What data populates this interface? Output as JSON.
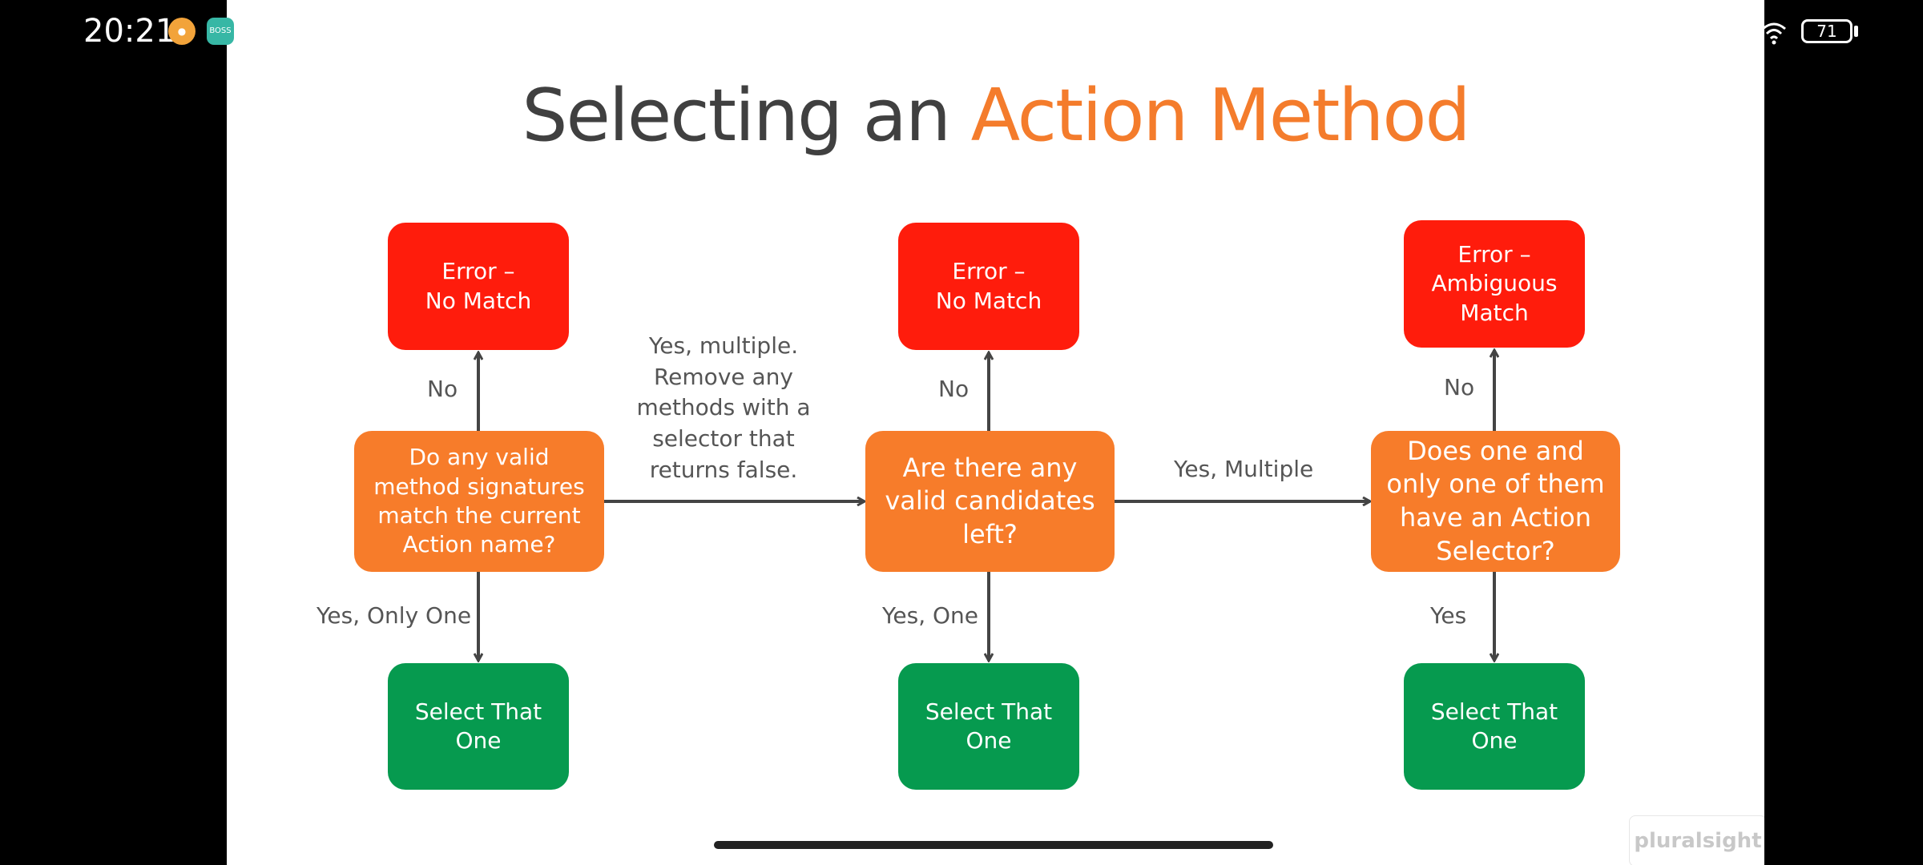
{
  "status_bar": {
    "time": "20:21",
    "battery": "71",
    "icons": [
      "app-notification-icon",
      "boss-app-icon",
      "wifi-icon",
      "battery-icon"
    ]
  },
  "slide": {
    "title_part1": "Selecting an ",
    "title_part2": "Action Method",
    "accent_color": "#f47c2c",
    "nodes": {
      "error1": "Error –\nNo Match",
      "decision1": "Do any valid\nmethod signatures\nmatch the current\nAction name?",
      "select1": "Select That\nOne",
      "error2": "Error –\nNo Match",
      "decision2": "Are there any\nvalid candidates\nleft?",
      "select2": "Select That\nOne",
      "error3": "Error –\nAmbiguous\nMatch",
      "decision3": "Does one and\nonly one of them\nhave an Action\nSelector?",
      "select3": "Select That\nOne"
    },
    "edges": {
      "no1": "No",
      "yes_only_one": "Yes, Only One",
      "yes_multiple_remove": "Yes, multiple.\nRemove any\nmethods with a\nselector that\nreturns false.",
      "no2": "No",
      "yes_one": "Yes, One",
      "yes_multiple": "Yes, Multiple",
      "no3": "No",
      "yes": "Yes"
    },
    "colors": {
      "error": "#ff1c0c",
      "decision": "#f77c2a",
      "select": "#069a4f"
    },
    "watermark": "pluralsight"
  }
}
